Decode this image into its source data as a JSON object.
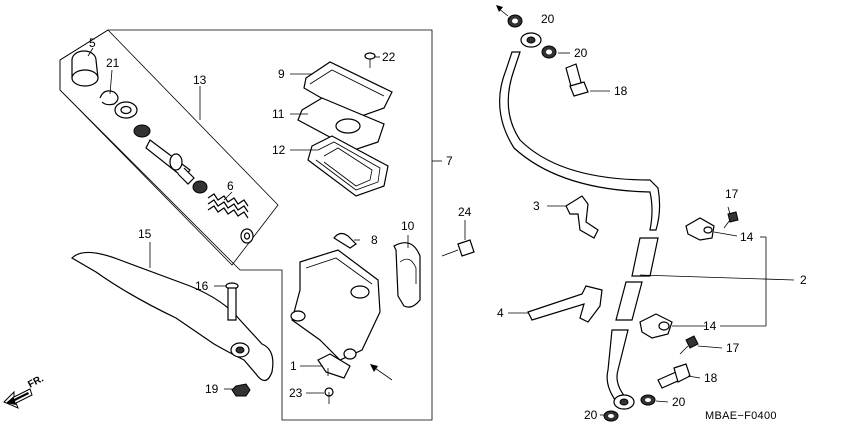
{
  "diagram": {
    "code": "MBAE−F0400",
    "direction_label": "FR.",
    "callouts": {
      "c1": "1",
      "c2": "2",
      "c3": "3",
      "c4": "4",
      "c5": "5",
      "c6": "6",
      "c7": "7",
      "c8": "8",
      "c9": "9",
      "c10": "10",
      "c11": "11",
      "c12": "12",
      "c13": "13",
      "c14a": "14",
      "c14b": "14",
      "c15": "15",
      "c16": "16",
      "c17a": "17",
      "c17b": "17",
      "c18a": "18",
      "c18b": "18",
      "c19": "19",
      "c20a": "20",
      "c20b": "20",
      "c20c": "20",
      "c20d": "20",
      "c21": "21",
      "c22": "22",
      "c23": "23",
      "c24": "24"
    }
  }
}
